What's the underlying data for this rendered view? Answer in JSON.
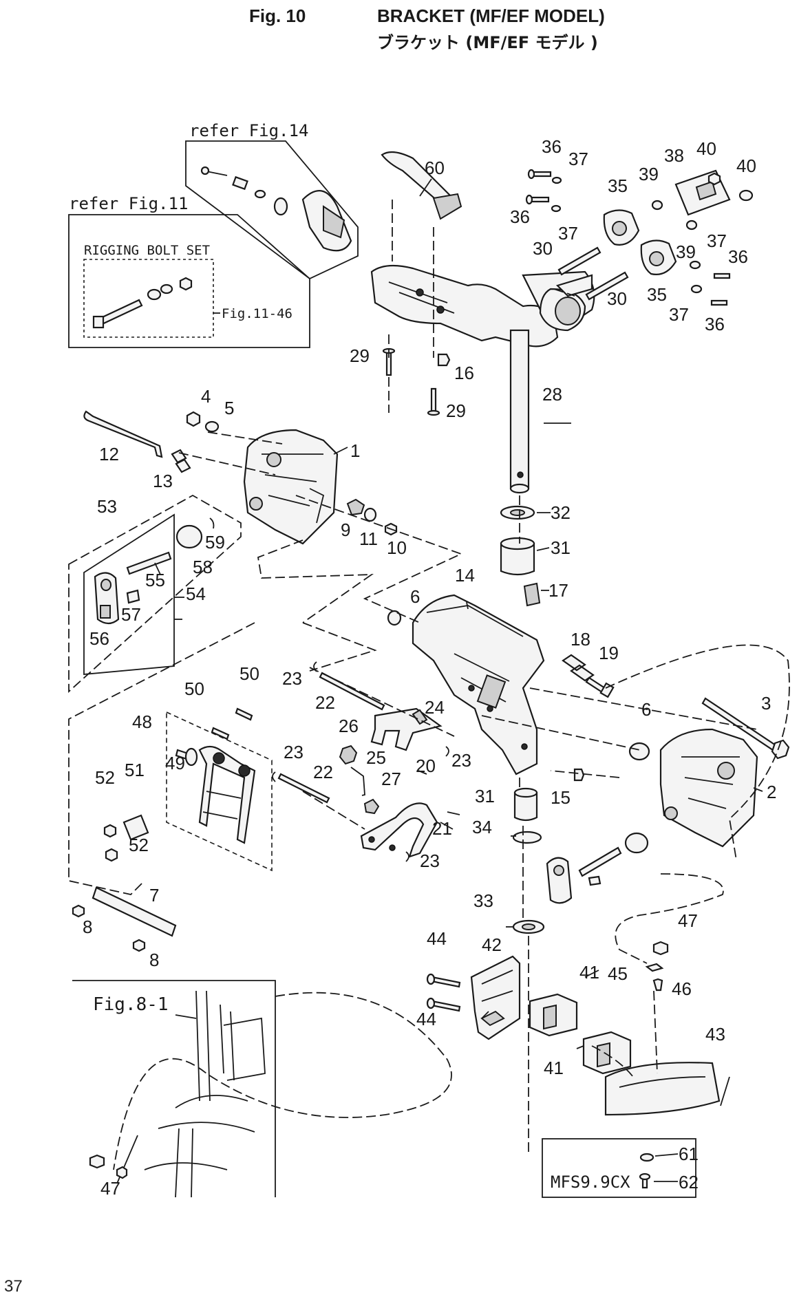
{
  "header": {
    "figure_number": "Fig. 10",
    "title": "BRACKET (MF/EF MODEL)",
    "title_japanese": "ブラケット (MF/EF モデル )"
  },
  "page_number": "37",
  "references": {
    "fig14": "refer Fig.14",
    "fig11": "refer Fig.11",
    "rigging_bolt_set": "RIGGING BOLT SET",
    "fig11_46": "Fig.11-46",
    "fig8_1": "Fig.8-1",
    "model_note": "MFS9.9CX"
  },
  "callouts": {
    "p1": "1",
    "p2": "2",
    "p3": "3",
    "p4": "4",
    "p5": "5",
    "p6a": "6",
    "p6b": "6",
    "p7": "7",
    "p8a": "8",
    "p8b": "8",
    "p9": "9",
    "p10": "10",
    "p11": "11",
    "p12": "12",
    "p13": "13",
    "p14": "14",
    "p15": "15",
    "p16": "16",
    "p17": "17",
    "p18": "18",
    "p19": "19",
    "p20": "20",
    "p21": "21",
    "p22a": "22",
    "p22b": "22",
    "p23a": "23",
    "p23b": "23",
    "p23c": "23",
    "p23d": "23",
    "p24": "24",
    "p25": "25",
    "p26": "26",
    "p27": "27",
    "p28": "28",
    "p29a": "29",
    "p29b": "29",
    "p30a": "30",
    "p30b": "30",
    "p31a": "31",
    "p31b": "31",
    "p32": "32",
    "p33": "33",
    "p34": "34",
    "p35a": "35",
    "p35b": "35",
    "p36a": "36",
    "p36b": "36",
    "p36c": "36",
    "p36d": "36",
    "p37a": "37",
    "p37b": "37",
    "p37c": "37",
    "p37d": "37",
    "p38": "38",
    "p39a": "39",
    "p39b": "39",
    "p40a": "40",
    "p40b": "40",
    "p41a": "41",
    "p41b": "41",
    "p42": "42",
    "p43": "43",
    "p44a": "44",
    "p44b": "44",
    "p45": "45",
    "p46": "46",
    "p47a": "47",
    "p47b": "47",
    "p48": "48",
    "p49": "49",
    "p50a": "50",
    "p50b": "50",
    "p51": "51",
    "p52a": "52",
    "p52b": "52",
    "p53": "53",
    "p54": "54",
    "p55": "55",
    "p56": "56",
    "p57": "57",
    "p58": "58",
    "p59": "59",
    "p60": "60",
    "p61": "61",
    "p62": "62"
  }
}
